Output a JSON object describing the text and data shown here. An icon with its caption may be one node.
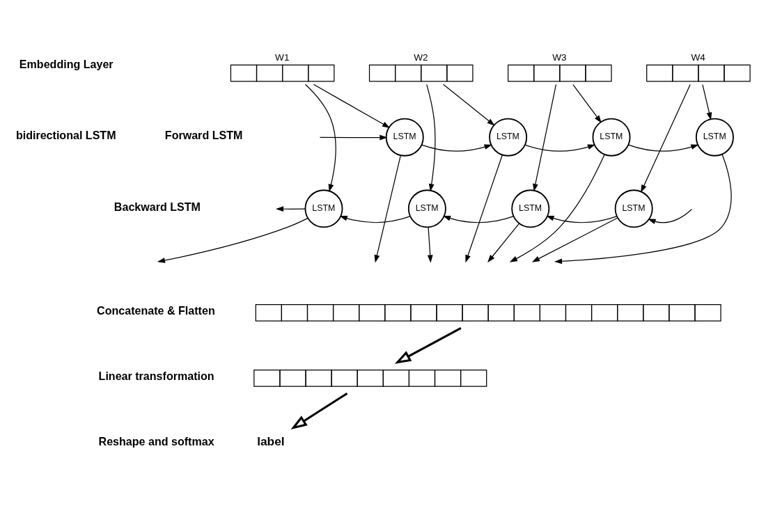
{
  "diagram": {
    "nodes": [
      {
        "text": [],
        "shape": "bar",
        "beside": [
          "W1"
        ]
      },
      {
        "text": [],
        "shape": "bar",
        "beside": [
          "W2"
        ]
      },
      {
        "text": [],
        "shape": "bar",
        "beside": [
          "W3"
        ]
      },
      {
        "text": [],
        "shape": "bar",
        "beside": [
          "W4"
        ]
      },
      {
        "text": [
          "LSTM"
        ]
      },
      {
        "text": [
          "LSTM"
        ]
      },
      {
        "text": [
          "LSTM"
        ]
      },
      {
        "text": [
          "LSTM"
        ]
      },
      {
        "text": [
          "LSTM"
        ]
      },
      {
        "text": [
          "LSTM"
        ]
      },
      {
        "text": [
          "LSTM"
        ]
      },
      {
        "text": [
          "LSTM"
        ]
      },
      {
        "text": [],
        "shape": "bar"
      },
      {
        "text": [],
        "shape": "bar"
      },
      {
        "text": [
          "label"
        ]
      }
    ],
    "edges": [
      {
        "from": 0,
        "to": 4,
        "arrow": "to"
      },
      {
        "from": 0,
        "to": 8,
        "arrow": "to"
      },
      {
        "from": 1,
        "to": 5,
        "arrow": "to"
      },
      {
        "from": 1,
        "to": 9,
        "arrow": "to"
      },
      {
        "from": 2,
        "to": 6,
        "arrow": "to"
      },
      {
        "from": 2,
        "to": 10,
        "arrow": "to"
      },
      {
        "from": 3,
        "to": 7,
        "arrow": "to"
      },
      {
        "from": 3,
        "to": 11,
        "arrow": "to"
      },
      {
        "from": 4,
        "to": null,
        "arrow": "to"
      },
      {
        "from": 5,
        "to": null,
        "arrow": "to"
      },
      {
        "from": 6,
        "to": null,
        "arrow": "to"
      },
      {
        "from": 7,
        "to": null,
        "arrow": "to"
      },
      {
        "from": 8,
        "to": null,
        "arrow": "to"
      },
      {
        "from": 9,
        "to": null,
        "arrow": "to"
      },
      {
        "from": 10,
        "to": null,
        "arrow": "to"
      },
      {
        "from": 11,
        "to": null,
        "arrow": "to"
      },
      {
        "from": null,
        "to": 4,
        "arrow": "to"
      },
      {
        "from": 4,
        "to": 5,
        "arrow": "to"
      },
      {
        "from": 5,
        "to": 6,
        "arrow": "to"
      },
      {
        "from": 6,
        "to": 7,
        "arrow": "to"
      },
      {
        "from": null,
        "to": 11,
        "arrow": "to"
      },
      {
        "from": 11,
        "to": 10,
        "arrow": "to"
      },
      {
        "from": 10,
        "to": 9,
        "arrow": "to"
      },
      {
        "from": 9,
        "to": 8,
        "arrow": "to"
      },
      {
        "from": 8,
        "to": null,
        "arrow": "to"
      },
      {
        "from": 12,
        "to": 13,
        "arrow": "to",
        "style": "thick"
      },
      {
        "from": 13,
        "to": 14,
        "arrow": "to",
        "style": "thick"
      }
    ],
    "labels": [
      "Embedding Layer",
      "Forward LSTM",
      "bidirectional LSTM",
      "Backward LSTM",
      "Concatenate & Flatten",
      "Linear transformation",
      "Reshape and softmax"
    ]
  }
}
